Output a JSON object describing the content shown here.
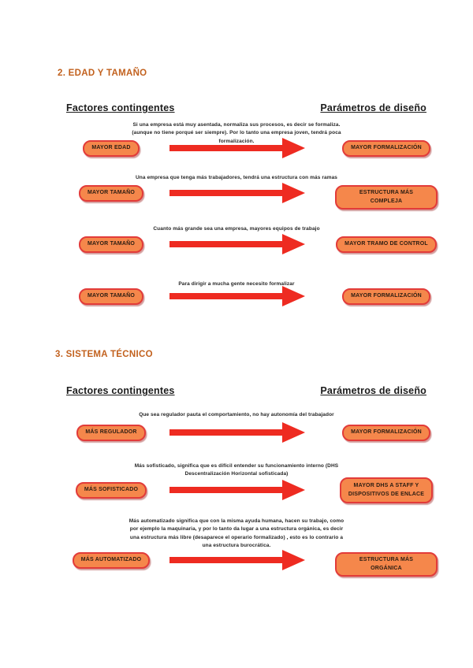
{
  "colors": {
    "title_orange": "#c2611e",
    "box_fill": "#f5874b",
    "box_border": "#e23b39",
    "arrow_red": "#ee2b21",
    "text_dark": "#262626"
  },
  "sections": [
    {
      "title": "2. EDAD Y TAMAÑO",
      "left_header": "Factores contingentes",
      "right_header": "Parámetros de diseño",
      "rows": [
        {
          "left": "MAYOR EDAD",
          "description": "Si una empresa está muy asentada, normaliza sus procesos, es decir se formaliza. (aunque no tiene porqué ser siempre). Por lo tanto una empresa joven, tendrá poca formalización.",
          "right": "MAYOR FORMALIZACIÓN"
        },
        {
          "left": "MAYOR TAMAÑO",
          "description": "Una empresa que tenga más trabajadores, tendrá una estructura con más ramas",
          "right": "ESTRUCTURA MÁS COMPLEJA"
        },
        {
          "left": "MAYOR TAMAÑO",
          "description": "Cuanto más grande sea una empresa, mayores equipos de trabajo",
          "right": "MAYOR TRAMO DE CONTROL"
        },
        {
          "left": "MAYOR TAMAÑO",
          "description": "Para dirigir a mucha gente necesito formalizar",
          "right": "MAYOR FORMALIZACIÓN"
        }
      ]
    },
    {
      "title": "3. SISTEMA TÉCNICO",
      "left_header": "Factores contingentes",
      "right_header": "Parámetros de diseño",
      "rows": [
        {
          "left": "MÁS REGULADOR",
          "description": "Que sea regulador pauta el comportamiento, no hay autonomía del trabajador",
          "right": "MAYOR FORMALIZACIÓN"
        },
        {
          "left": "MÁS SOFISTICADO",
          "description": "Más sofisticado, significa que es difícil entender su funcionamiento interno (DHS Descentralización Horizontal sofisticada)",
          "right": "MAYOR DHS A STAFF Y DISPOSITIVOS DE ENLACE"
        },
        {
          "left": "MÁS AUTOMATIZADO",
          "description": "Más automatizado significa que con la misma ayuda humana, hacen su trabajo, como por ejemplo la maquinaria, y por lo tanto da lugar a una estructura orgánica, es decir una estructura más libre (desaparece el operario formalizado) , esto es lo contrario a una estructura burocrática.",
          "right": "ESTRUCTURA MÁS ORGÁNICA"
        }
      ]
    }
  ]
}
